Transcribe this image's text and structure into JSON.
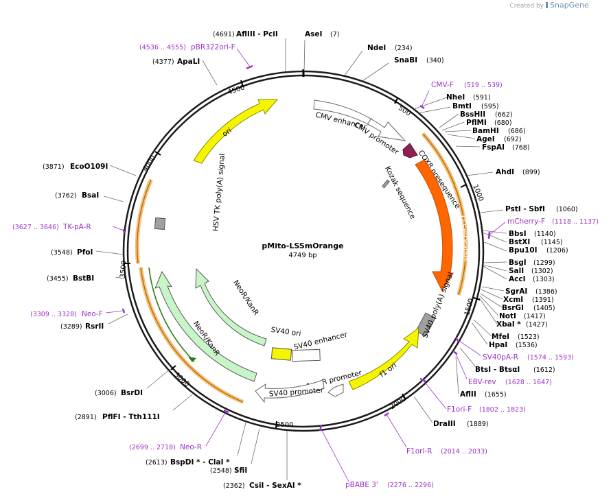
{
  "branding": {
    "created_by": "Created by",
    "product": "SnapGene"
  },
  "title": "pMito-LSSmOrange",
  "size": "4749 bp",
  "ticks": [
    "500",
    "1000",
    "1500",
    "2000",
    "2500",
    "3000",
    "3500",
    "4000",
    "4500"
  ],
  "features": {
    "cmv_enhancer": "CMV enhancer",
    "cmv_promoter": "CMV promoter",
    "cox8": "COX8 presequence",
    "kozak": "Kozak sequence",
    "lssmorange": "LSSmOrange",
    "sv40_polya": "SV40 poly(A) signal",
    "f1_ori": "f1 ori",
    "ampr_promoter": "AmpR promoter",
    "sv40_promoter": "SV40 promoter",
    "sv40_ori": "SV40 ori",
    "sv40_enhancer": "SV40 enhancer",
    "neo_inner": "NeoR/KanR",
    "neo_outer": "NeoR/KanR",
    "hsv_polya": "HSV TK poly(A) signal",
    "ori": "ori"
  },
  "sites": {
    "aflIII_pciI": "AflIII  - PciI",
    "aflIII_pos": "(4691)",
    "aseI": "AseI",
    "aseI_pos": "(7)",
    "ndeI": "NdeI",
    "ndeI_pos": "(234)",
    "snaBI": "SnaBI",
    "snaBI_pos": "(340)",
    "nheI": "NheI",
    "nheI_pos": "(591)",
    "bmtI": "BmtI",
    "bmtI_pos": "(595)",
    "bssHII": "BssHII",
    "bssHII_pos": "(662)",
    "pflMI": "PflMI",
    "pflMI_pos": "(680)",
    "bamHI": "BamHI",
    "bamHI_pos": "(686)",
    "ageI": "AgeI",
    "ageI_pos": "(692)",
    "fspAI": "FspAI",
    "fspAI_pos": "(768)",
    "ahdI": "AhdI",
    "ahdI_pos": "(899)",
    "pstI_sbfI": "PstI  - SbfI",
    "pstI_pos": "(1060)",
    "bbsI": "BbsI",
    "bbsI_pos": "(1140)",
    "bstXI": "BstXI",
    "bstXI_pos": "(1145)",
    "bpu10I": "Bpu10I",
    "bpu10I_pos": "(1206)",
    "bsgI": "BsgI",
    "bsgI_pos": "(1299)",
    "salI": "SalI",
    "salI_pos": "(1302)",
    "accI": "AccI",
    "accI_pos": "(1303)",
    "sgrAI": "SgrAI",
    "sgrAI_pos": "(1386)",
    "xcmI": "XcmI",
    "xcmI_pos": "(1391)",
    "bsrGI": "BsrGI",
    "bsrGI_pos": "(1405)",
    "notI": "NotI",
    "notI_pos": "(1417)",
    "xbaI": "XbaI *",
    "xbaI_pos": "(1427)",
    "mfeI": "MfeI",
    "mfeI_pos": "(1523)",
    "hpaI": "HpaI",
    "hpaI_pos": "(1536)",
    "bstI_btsaI": "BtsI  - BtsαI",
    "bstI_pos": "(1612)",
    "aflII": "AflII",
    "aflII_pos": "(1655)",
    "draIII": "DraIII",
    "draIII_pos": "(1889)",
    "csiI_sexAI": "CsiI  - SexAI *",
    "csiI_pos": "(2362)",
    "sfiI": "SfiI",
    "sfiI_pos": "(2548)",
    "bspDI_claI": "BspDI *  - ClaI *",
    "bspDI_pos": "(2613)",
    "pflFI_tth": "PflFI  - Tth111I",
    "pflFI_pos": "(2891)",
    "bsrDI": "BsrDI",
    "bsrDI_pos": "(3006)",
    "rsrII": "RsrII",
    "rsrII_pos": "(3289)",
    "bstBI": "BstBI",
    "bstBI_pos": "(3455)",
    "pfoI": "PfoI",
    "pfoI_pos": "(3548)",
    "bsaI": "BsaI",
    "bsaI_pos": "(3762)",
    "ecoO109I": "EcoO109I",
    "ecoO109I_pos": "(3871)",
    "apaLI": "ApaLI",
    "apaLI_pos": "(4377)"
  },
  "primers": {
    "pbr322": "pBR322ori-F",
    "pbr322_pos": "(4536 .. 4555)",
    "cmvf": "CMV-F",
    "cmvf_pos": "(519 .. 539)",
    "mcherry": "mCherry-F",
    "mcherry_pos": "(1118 .. 1137)",
    "sv40pa": "SV40pA-R",
    "sv40pa_pos": "(1574 .. 1593)",
    "ebv": "EBV-rev",
    "ebv_pos": "(1628 .. 1647)",
    "f1orif": "F1ori-F",
    "f1orif_pos": "(1802 .. 1823)",
    "f1orir": "F1ori-R",
    "f1orir_pos": "(2014 .. 2033)",
    "pbabe": "pBABE 3'",
    "pbabe_pos": "(2276 .. 2296)",
    "neor": "Neo-R",
    "neor_pos": "(2699 .. 2718)",
    "tkpa": "TK-pA-R",
    "tkpa_pos": "(3627 .. 3646)",
    "neof": "Neo-F",
    "neof_pos": "(3309 .. 3328)"
  },
  "colors": {
    "backbone": "#1a1a1a",
    "ori": "#f5f500",
    "lssmorange": "#ff6600",
    "cox8": "#8b2252",
    "neo": "#c8f5c8",
    "primer": "#9b32c8",
    "orange_highlight": "#f5c07a"
  }
}
